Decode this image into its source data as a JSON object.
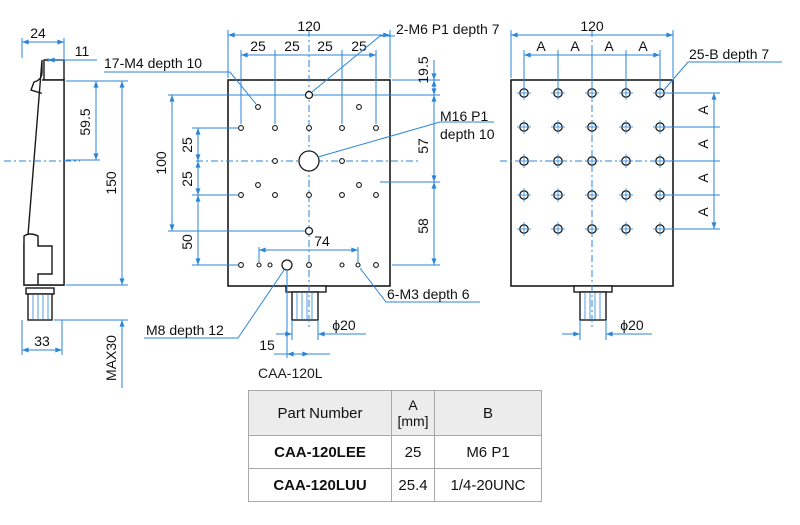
{
  "side_view": {
    "dim_width_top": "24",
    "dim_offset_top": "11",
    "dim_upper": "59.5",
    "dim_height": "150",
    "dim_base_width": "33",
    "dim_max_travel": "MAX30"
  },
  "front_view": {
    "dim_width": "120",
    "dim_pitch_labels": [
      "25",
      "25",
      "25",
      "25"
    ],
    "dim_top_offset": "19.5",
    "dim_mid": "57",
    "dim_lower": "58",
    "dim_left_100": "100",
    "dim_left_25a": "25",
    "dim_left_25b": "25",
    "dim_left_50": "50",
    "dim_74": "74",
    "dim_15": "15",
    "dim_phi20": "ϕ20",
    "callout_m6": "2-M6 P1 depth 7",
    "callout_m4": "17-M4 depth 10",
    "callout_m16_line1": "M16 P1",
    "callout_m16_line2": "depth 10",
    "callout_m3": "6-M3 depth 6",
    "callout_m8": "M8 depth 12"
  },
  "back_view": {
    "dim_width": "120",
    "dim_a_labels_top": [
      "A",
      "A",
      "A",
      "A"
    ],
    "dim_a_labels_right": [
      "A",
      "A",
      "A",
      "A"
    ],
    "callout_b": "25-B depth 7",
    "dim_phi20": "ϕ20"
  },
  "caption": "CAA-120L",
  "table": {
    "header_part": "Part Number",
    "header_a_line1": "A",
    "header_a_line2": "[mm]",
    "header_b": "B",
    "rows": [
      {
        "part": "CAA-120LEE",
        "a": "25",
        "b": "M6 P1"
      },
      {
        "part": "CAA-120LUU",
        "a": "25.4",
        "b": "1/4-20UNC"
      }
    ]
  }
}
